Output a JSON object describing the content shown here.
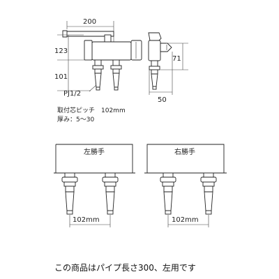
{
  "dimensions": {
    "width_200": "200",
    "height_123": "123",
    "height_101": "101",
    "height_71": "71",
    "depth_50": "50",
    "pitch_left": "102mm",
    "pitch_right": "102mm"
  },
  "labels": {
    "pipe_thread": "PJ1/2",
    "spec_pitch": "取付芯ピッチ　102mm",
    "spec_thickness": "厚み：5〜30",
    "left_variant": "左勝手",
    "right_variant": "右勝手"
  },
  "caption": "この商品はパイプ長さ300、左用です"
}
